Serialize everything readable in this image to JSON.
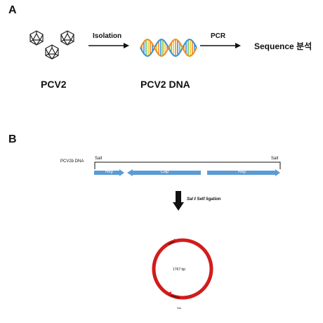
{
  "panel_a": {
    "letter": "A",
    "virus_label": "PCV2",
    "dna_label": "PCV2 DNA",
    "step1_label": "Isolation",
    "step2_label": "PCR",
    "result_label": "Sequence 분석"
  },
  "panel_b": {
    "letter": "B",
    "construct_label": "PCV2b DNA",
    "site_left": "SalⅠ",
    "site_right": "SalⅠ",
    "genes": [
      {
        "label": "Rep",
        "direction": "right"
      },
      {
        "label": "Cap",
        "direction": "left"
      },
      {
        "label": "Rep",
        "direction": "right"
      }
    ],
    "ligation_enzyme": "Sal Ⅰ",
    "ligation_text": "Self ligation",
    "plasmid_size": "1767 bp",
    "plasmid_site": "Sal",
    "colors": {
      "gene_arrow": "#5b9bd5",
      "plasmid": "#d21c1c",
      "dna_strand_a": "#f08a24",
      "dna_strand_b": "#3a8fd6",
      "dna_strand_c": "#6cc24a"
    }
  }
}
